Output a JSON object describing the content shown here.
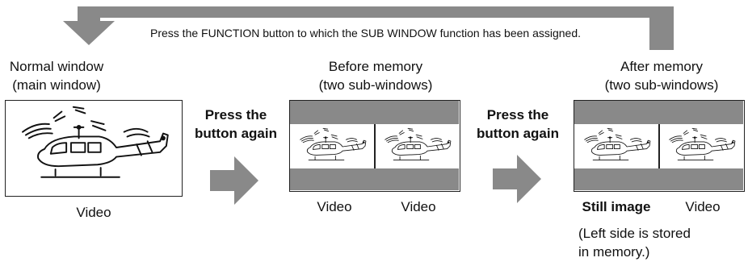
{
  "colors": {
    "loop_arrow": "#898989",
    "step_arrow": "#898989",
    "band": "#898989",
    "outline": "#222222"
  },
  "instruction": "Press the FUNCTION button to which the SUB WINDOW function has been assigned.",
  "panels": {
    "normal": {
      "title": [
        "Normal window",
        "(main window)"
      ],
      "caption": "Video"
    },
    "before": {
      "title": [
        "Before memory",
        "(two sub-windows)"
      ],
      "captions": [
        "Video",
        "Video"
      ]
    },
    "after": {
      "title": [
        "After memory",
        "(two sub-windows)"
      ],
      "captions": [
        "Still image",
        "Video"
      ],
      "note": [
        "(Left side is stored",
        "in memory.)"
      ]
    }
  },
  "steps": [
    {
      "label": [
        "Press the",
        "button again"
      ]
    },
    {
      "label": [
        "Press the",
        "button again"
      ]
    }
  ],
  "icons": {
    "helicopter": "helicopter-icon",
    "step_arrow": "arrow-right-icon",
    "loop_arrow": "loop-arrow-icon"
  }
}
